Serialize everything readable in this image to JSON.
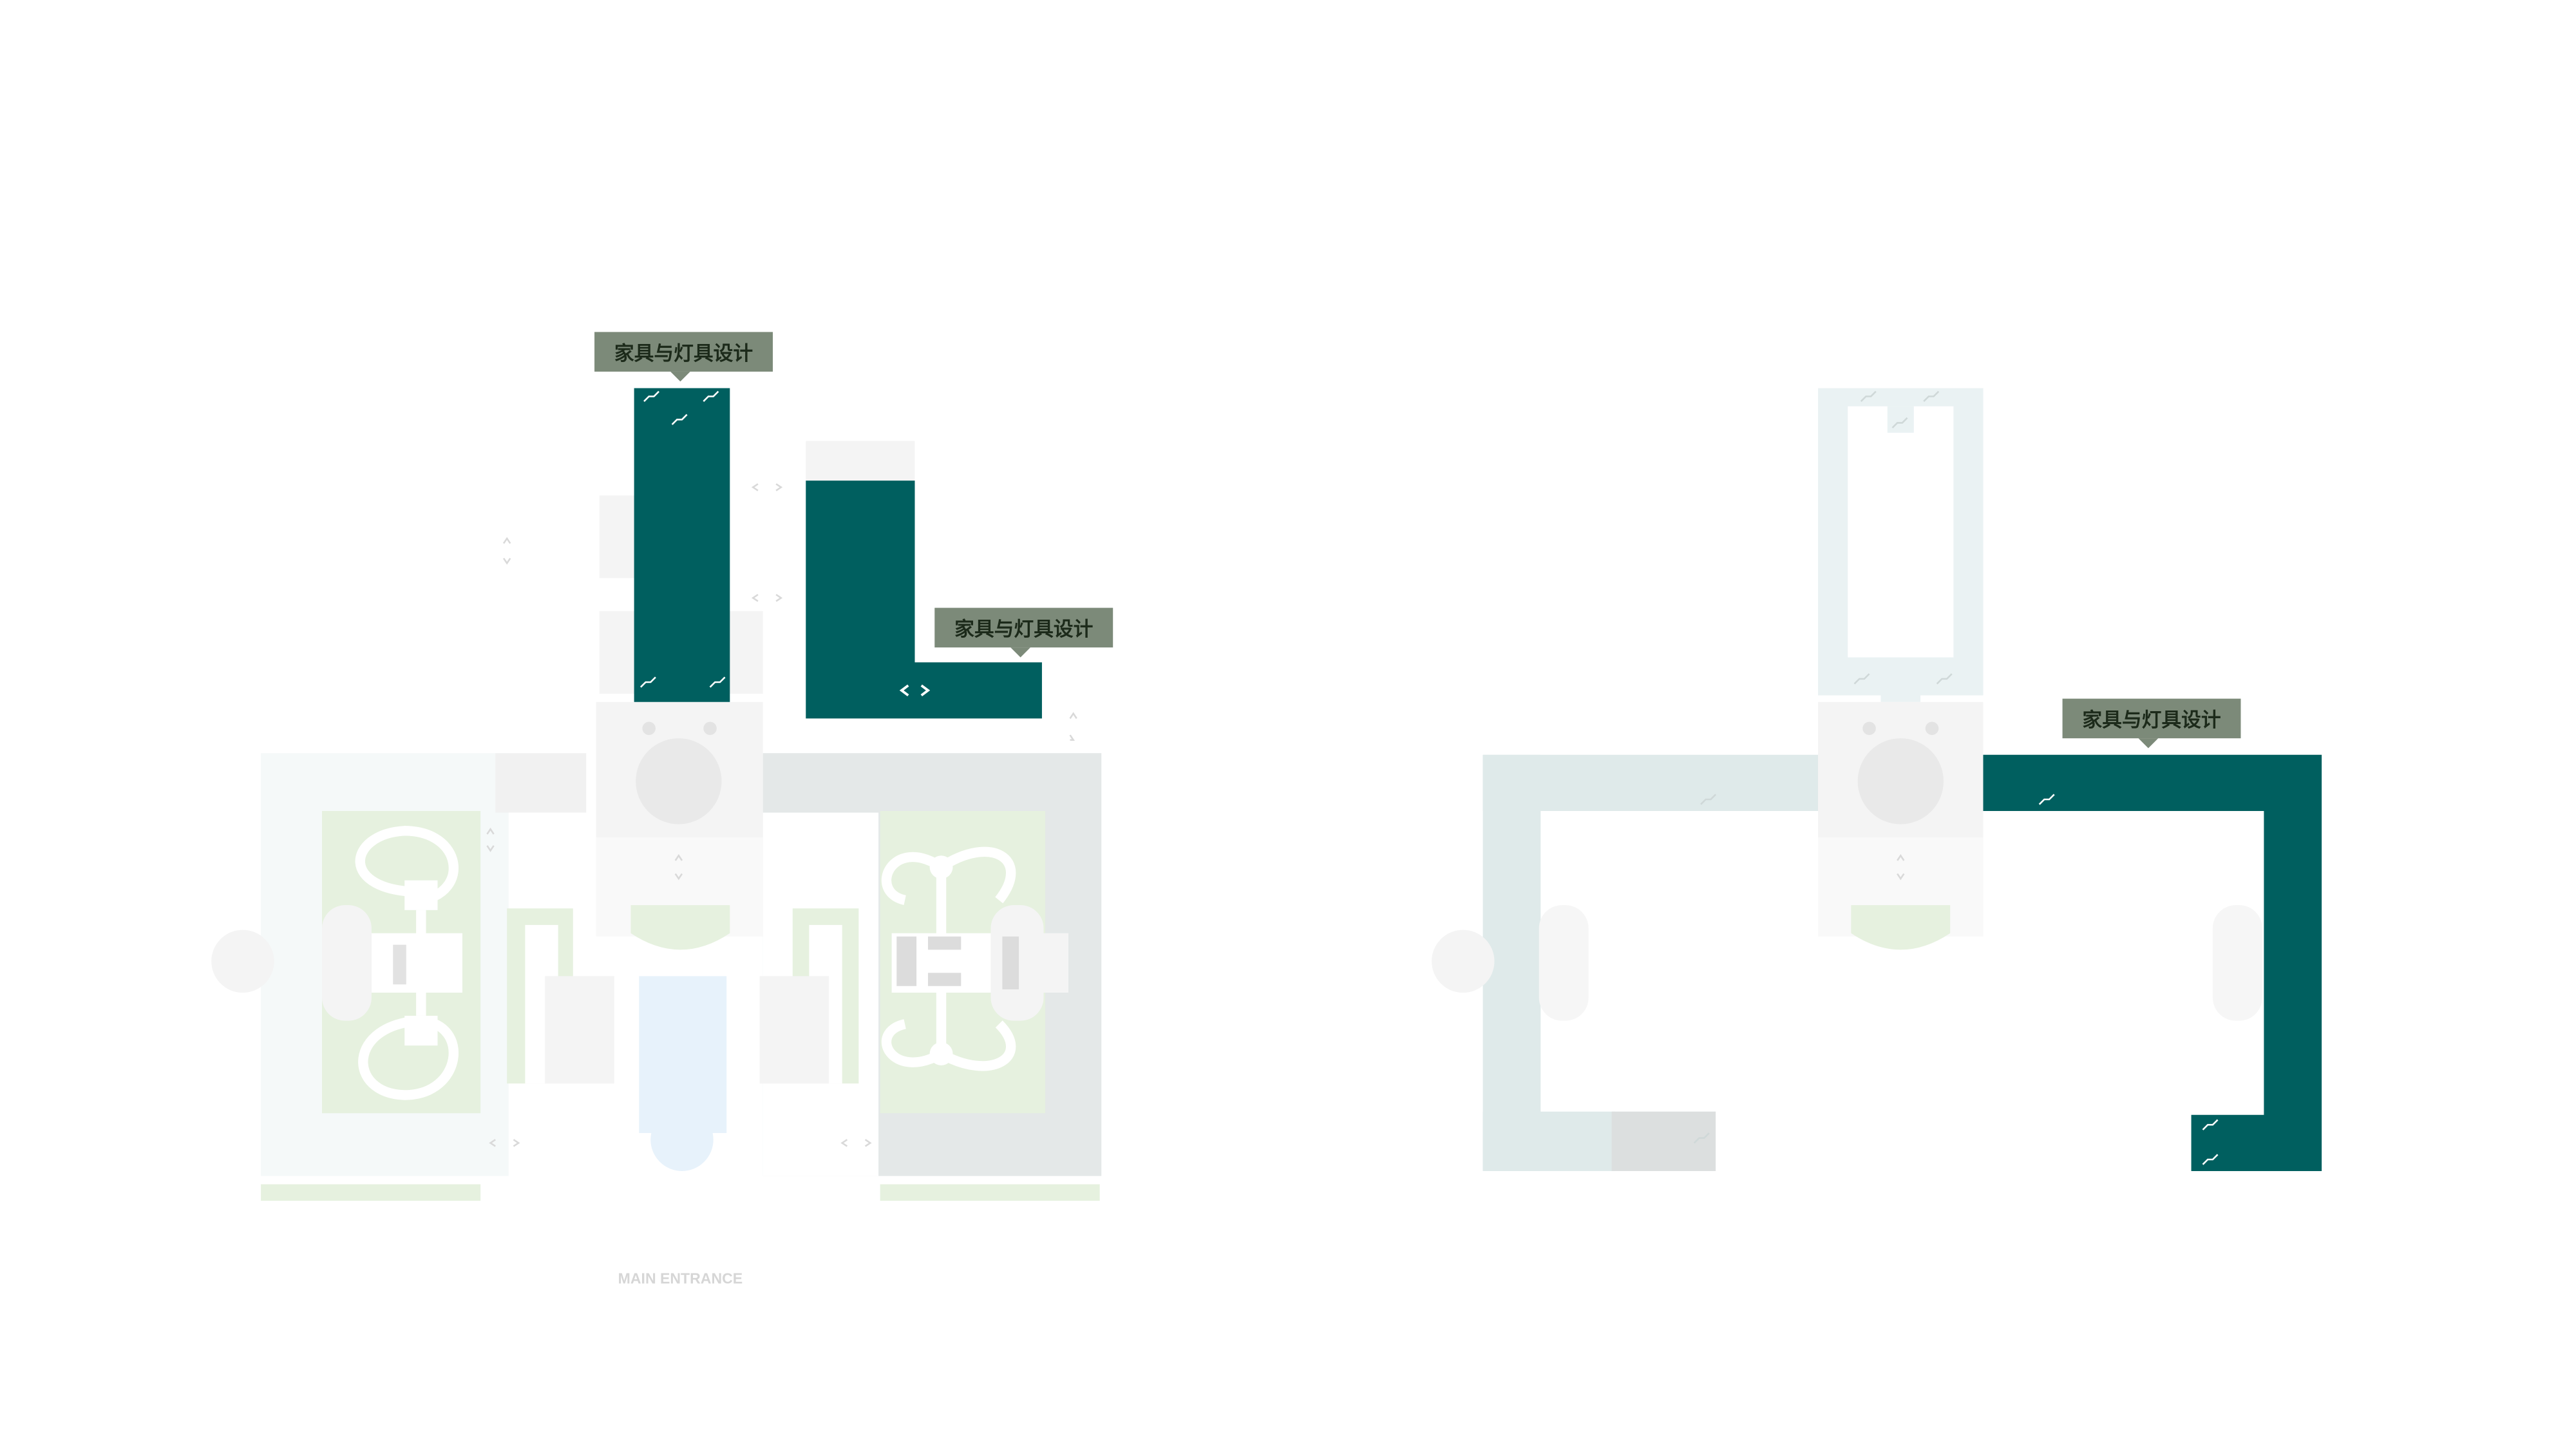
{
  "plans": {
    "left": {
      "labels": [
        "家具与灯具设计",
        "家具与灯具设计"
      ],
      "entrance": "MAIN ENTRANCE"
    },
    "right": {
      "labels": [
        "家具与灯具设计"
      ]
    }
  },
  "colors": {
    "highlight": "#005f5f",
    "label_bg": "#7c8a79",
    "label_text": "#1c2a1a",
    "pale_teal": "#dfeaea",
    "pale_green": "#e6f1df",
    "pale_grey": "#f4f4f4",
    "pale_blue": "#e7f2fb",
    "entrance_text": "#d6d6d6"
  }
}
